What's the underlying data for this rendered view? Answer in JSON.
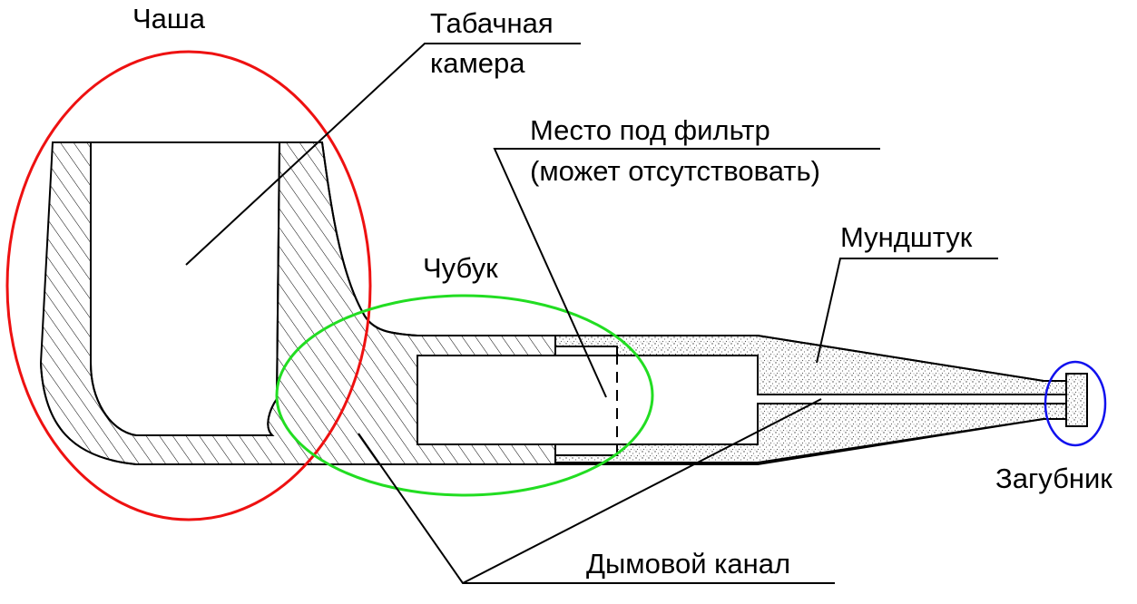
{
  "labels": {
    "bowl": "Чаша",
    "chamber_line1": "Табачная",
    "chamber_line2": "камера",
    "filter_line1": "Место под фильтр",
    "filter_line2": "(может отсутствовать)",
    "shank": "Чубук",
    "stem": "Мундштук",
    "lip": "Загубник",
    "smoke_channel": "Дымовой канал"
  },
  "colors": {
    "outline": "#000000",
    "wood_hatch": "#000000",
    "stem_stipple": "#555555",
    "bowl_ellipse": "#ee1111",
    "shank_ellipse": "#22dd22",
    "lip_ellipse": "#1111ee"
  }
}
